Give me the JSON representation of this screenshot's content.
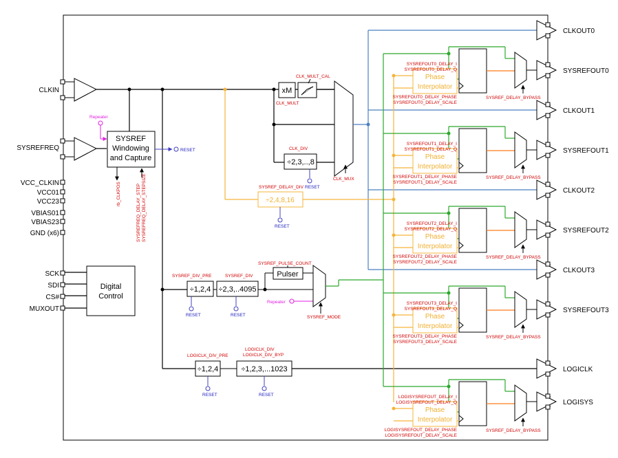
{
  "pins_left": [
    {
      "label": "CLKIN"
    },
    {
      "label": "SYSREFREQ"
    },
    {
      "label": "VCC_CLKIN"
    },
    {
      "label": "VCC01"
    },
    {
      "label": "VCC23"
    },
    {
      "label": "VBIAS01"
    },
    {
      "label": "VBIAS23"
    },
    {
      "label": "GND (x6)"
    },
    {
      "label": "SCK"
    },
    {
      "label": "SDI"
    },
    {
      "label": "CS#"
    },
    {
      "label": "MUXOUT"
    }
  ],
  "outputs": [
    {
      "label": "CLKOUT0"
    },
    {
      "label": "SYSREFOUT0"
    },
    {
      "label": "CLKOUT1"
    },
    {
      "label": "SYSREFOUT1"
    },
    {
      "label": "CLKOUT2"
    },
    {
      "label": "SYSREFOUT2"
    },
    {
      "label": "CLKOUT3"
    },
    {
      "label": "SYSREFOUT3"
    },
    {
      "label": "LOGICLK"
    },
    {
      "label": "LOGISYS"
    }
  ],
  "blocks": {
    "sysref_capture_1": "SYSREF",
    "sysref_capture_2": "Windowing",
    "sysref_capture_3": "and Capture",
    "digital_1": "Digital",
    "digital_2": "Control",
    "mult": "xM",
    "clk_div": "÷2,3,..,8",
    "sysref_delay_div": "÷2,4,8,16",
    "sysref_div_pre": "÷1,2,4",
    "sysref_div": "÷2,3,..4095",
    "pulser": "Pulser",
    "logiclk_div_pre": "÷1,2,4",
    "logiclk_div": "÷1,2,3,...1023",
    "phase_1": "Phase",
    "phase_2": "Interpolator"
  },
  "labels": {
    "repeater_top": "Repeater",
    "repeater_mid": "Repeater",
    "reset": "RESET",
    "rb_clkpos": "rb_CLKPOS",
    "delay_step": "SYSREFREQ_DELAY_STEP",
    "delay_stepsize": "SYSREFREQ_DELAY_STEPSIZE",
    "clk_mult_cal": "CLK_MULT_CAL",
    "clk_mult": "CLK_MULT",
    "clk_div": "CLK_DIV",
    "clk_mux": "CLK_MUX",
    "sysref_delay_div": "SYSREF_DELAY_DIV",
    "sysref_div_pre": "SYSREF_DIV_PRE",
    "sysref_div": "SYSREF_DIV",
    "sysref_pulse_count": "SYSREF_PULSE_COUNT",
    "sysref_mode": "SYSREF_MODE",
    "logiclk_div_pre": "LOGICLK_DIV_PRE",
    "logiclk_div": "LOGICLK_DIV",
    "logiclk_div_byp": "LOGICLK_DIV_BYP",
    "sysref_delay_bypass": "SYSREF_DELAY_BYPASS"
  },
  "channels": [
    {
      "delay_i": "SYSREFOUT0_DELAY_I",
      "delay_q": "SYSREFOUT0_DELAY_Q",
      "delay_phase": "SYSREFOUT0_DELAY_PHASE",
      "delay_scale": "SYSREFOUT0_DELAY_SCALE"
    },
    {
      "delay_i": "SYSREFOUT1_DELAY_I",
      "delay_q": "SYSREFOUT1_DELAY_Q",
      "delay_phase": "SYSREFOUT1_DELAY_PHASE",
      "delay_scale": "SYSREFOUT1_DELAY_SCALE"
    },
    {
      "delay_i": "SYSREFOUT2_DELAY_I",
      "delay_q": "SYSREFOUT2_DELAY_Q",
      "delay_phase": "SYSREFOUT2_DELAY_PHASE",
      "delay_scale": "SYSREFOUT2_DELAY_SCALE"
    },
    {
      "delay_i": "SYSREFOUT3_DELAY_I",
      "delay_q": "SYSREFOUT3_DELAY_Q",
      "delay_phase": "SYSREFOUT3_DELAY_PHASE",
      "delay_scale": "SYSREFOUT3_DELAY_SCALE"
    },
    {
      "delay_i": "LOGISYSREFOUT_DELAY_I",
      "delay_q": "LOGISYSREFOUT_DELAY_Q",
      "delay_phase": "LOGISYSREFOUT_DELAY_PHASE",
      "delay_scale": "LOGISYSREFOUT_DELAY_SCALE"
    }
  ],
  "colors": {
    "clock_path": "#000000",
    "clock_dist": "#4a7fc1",
    "sysref_path": "#2aa82a",
    "delay_path": "#f5b43a",
    "phase_path": "#ff7a1a",
    "control": "#4040c0",
    "repeater": "#e020e0",
    "labels": "#d00000"
  }
}
